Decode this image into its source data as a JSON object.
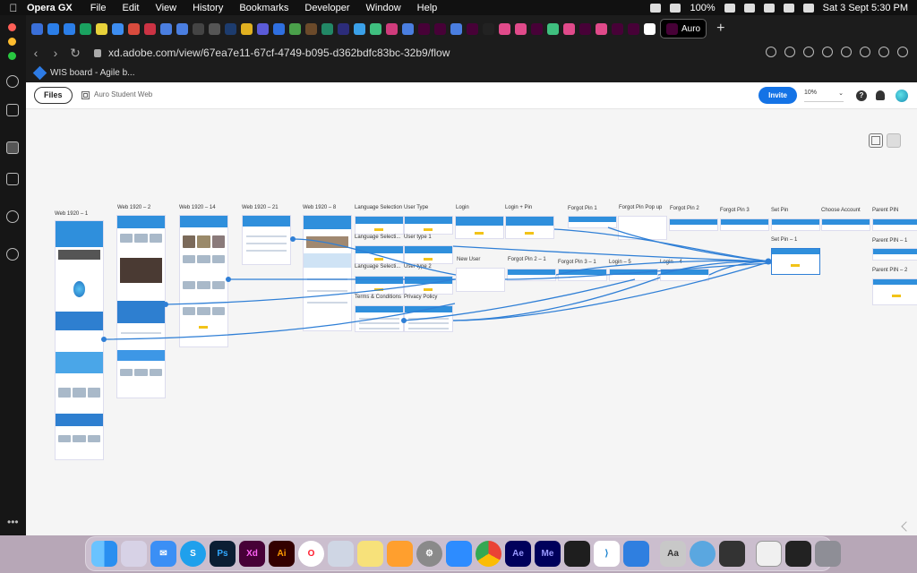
{
  "menubar": {
    "app_name": "Opera GX",
    "items": [
      "File",
      "Edit",
      "View",
      "History",
      "Bookmarks",
      "Developer",
      "Window",
      "Help"
    ],
    "battery": "100%",
    "datetime": "Sat 3 Sept  5:30 PM"
  },
  "browser": {
    "active_tab": "Auro",
    "url": "xd.adobe.com/view/67ea7e11-67cf-4749-b095-d362bdfc83bc-32b9/flow",
    "bookmark": "WIS board - Agile b..."
  },
  "xd": {
    "files_label": "Files",
    "doc_title": "Auro Student Web",
    "invite_label": "Invite",
    "zoom": "10%"
  },
  "artboards": {
    "web1": "Web 1920 – 1",
    "web2": "Web 1920 – 2",
    "web14": "Web 1920 – 14",
    "web21": "Web 1920 – 21",
    "web8": "Web 1920 – 8",
    "lang_sel": "Language Selection",
    "lang_sel_1": "Language Selecti...",
    "lang_sel_2": "Language Selecti...",
    "user_type": "User Type",
    "user_type_1": "User type 1",
    "user_type_2": "User type 2",
    "login": "Login",
    "login_pin": "Login + Pin",
    "new_user": "New User",
    "forgot_pin_1": "Forgot Pin 1",
    "forgot_pin_popup": "Forgot Pin Pop up",
    "forgot_pin_2": "Forgot Pin 2",
    "forgot_pin_2_1": "Forgot Pin 2 – 1",
    "forgot_pin_3": "Forgot Pin 3",
    "forgot_pin_3_1": "Forgot Pin 3 – 1",
    "login_5": "Login – 5",
    "login_4": "Login – 4",
    "set_pin": "Set Pin",
    "set_pin_1": "Set Pin – 1",
    "choose_account": "Choose Account",
    "parent_pin": "Parent PIN",
    "parent_pin_1": "Parent PIN – 1",
    "parent_pin_2": "Parent PIN – 2",
    "terms": "Terms & Conditions",
    "privacy": "Privacy Policy"
  },
  "colors": {
    "accent": "#1473e6",
    "wire": "#2f7fd6",
    "header_blue": "#2f8fdc",
    "button_yellow": "#f2c318"
  },
  "dock": {
    "apps": [
      "Finder",
      "Launchpad",
      "Mail",
      "Skype",
      "Ps",
      "Xd",
      "Ai",
      "Opera",
      "Preview",
      "Notes",
      "Sublime",
      "System Preferences",
      "Zoom",
      "Chrome",
      "Ae",
      "Me",
      "Figma",
      "VS Code",
      "Toolbox",
      "Dictionary",
      "Safari Technology",
      "Calculator",
      "Downloads",
      "Trash"
    ]
  }
}
